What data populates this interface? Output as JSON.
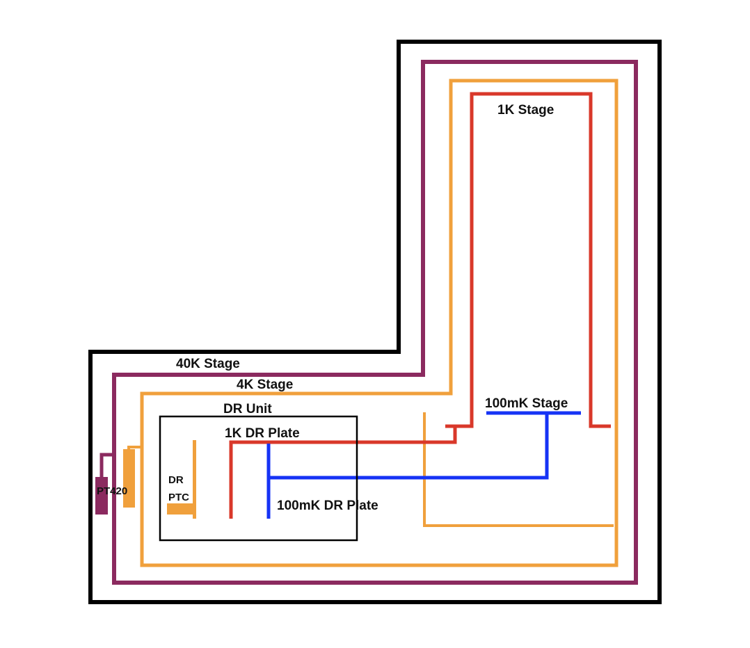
{
  "labels": {
    "stage_1k": "1K Stage",
    "stage_40k": "40K Stage",
    "stage_4k": "4K Stage",
    "dr_unit": "DR Unit",
    "dr_plate_1k": "1K DR Plate",
    "stage_100mk": "100mK Stage",
    "dr_plate_100mk": "100mK DR Plate",
    "pt420": "PT420",
    "dr_ptc_line1": "DR",
    "dr_ptc_line2": "PTC"
  },
  "colors": {
    "vacuum": "#000000",
    "stage_40k": "#8b2a5f",
    "stage_4k": "#f0a03c",
    "stage_1k": "#d9382a",
    "stage_100mk": "#1633f5",
    "dr_unit": "#000000"
  }
}
